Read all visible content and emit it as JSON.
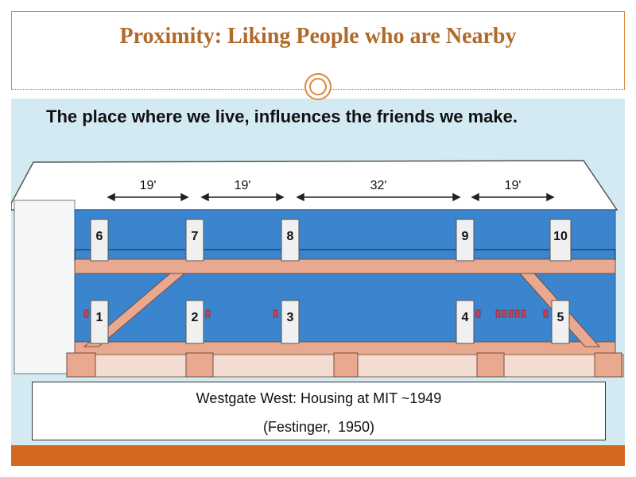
{
  "slide": {
    "title": "Proximity:  Liking People who are Nearby",
    "subtitle": "The place where we live, influences the friends we make."
  },
  "diagram": {
    "distances": [
      "19'",
      "19'",
      "32'",
      "19'"
    ],
    "upper_doors": [
      "6",
      "7",
      "8",
      "9",
      "10"
    ],
    "lower_doors": [
      "1",
      "2",
      "3",
      "4",
      "5"
    ]
  },
  "caption": {
    "line1": "Westgate West: Housing at MIT ~1949",
    "line2": "(Festinger, 1950)"
  },
  "colors": {
    "accent": "#d98a3a",
    "title": "#b06a2a",
    "band": "#d4eaf2",
    "footer": "#d2691e",
    "building": "#3b85cf",
    "floor": "#e8a990"
  }
}
